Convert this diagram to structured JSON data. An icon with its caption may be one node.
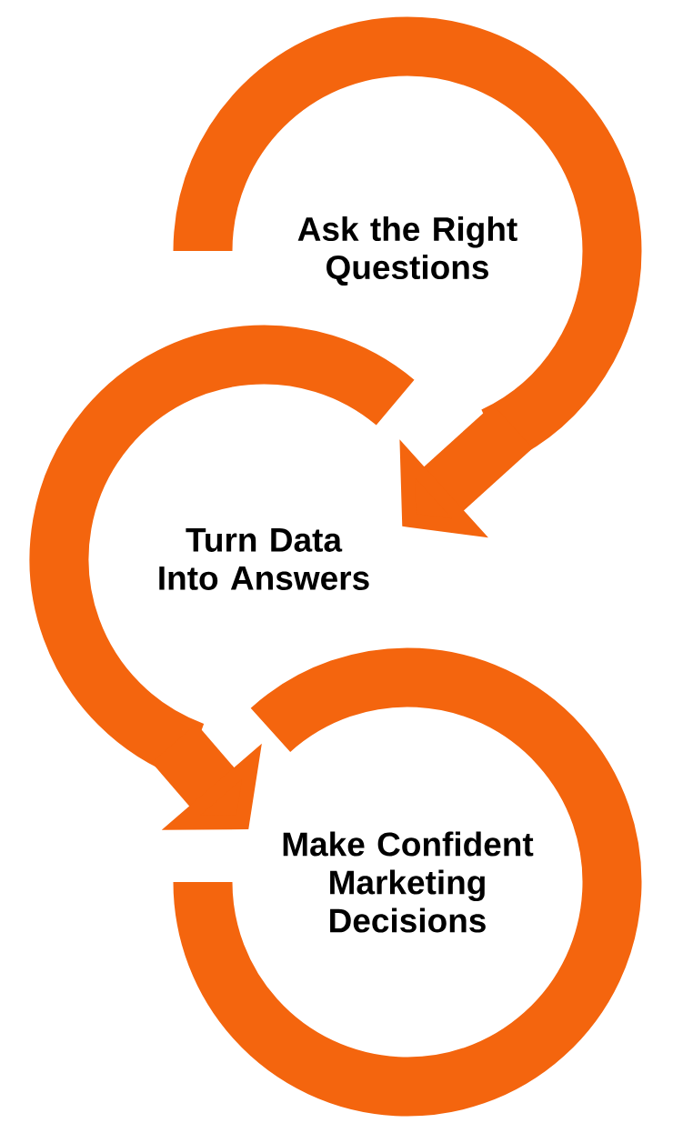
{
  "diagram": {
    "nodes": [
      {
        "text": [
          "Ask the Right Questions"
        ]
      },
      {
        "text": [
          "Turn Data Into Answers"
        ]
      },
      {
        "text": [
          "Make Confident Marketing Decisions"
        ]
      }
    ],
    "edges": [
      {
        "from": 0,
        "to": 1,
        "arrow": "to"
      },
      {
        "from": 1,
        "to": 2,
        "arrow": "to"
      }
    ]
  }
}
